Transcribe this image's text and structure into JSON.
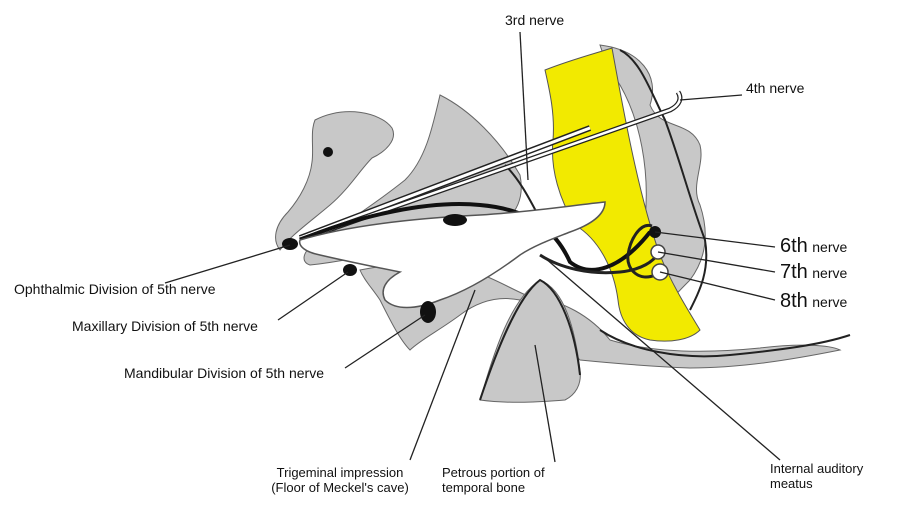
{
  "labels": {
    "third_nerve": "3rd nerve",
    "fourth_nerve": "4th nerve",
    "sixth_num": "6th",
    "sixth_word": "nerve",
    "seventh_num": "7th",
    "seventh_word": "nerve",
    "eighth_num": "8th",
    "eighth_word": "nerve",
    "ophthalmic": "Ophthalmic Division of 5th nerve",
    "maxillary": "Maxillary Division of 5th nerve",
    "mandibular": "Mandibular Division of 5th nerve",
    "trigeminal_line1": "Trigeminal impression",
    "trigeminal_line2": "(Floor of Meckel's cave)",
    "petrous_line1": "Petrous portion of",
    "petrous_line2": "temporal bone",
    "iam_line1": "Internal auditory",
    "iam_line2": "meatus"
  },
  "colors": {
    "bone_gray": "#c8c8c8",
    "brainstem_yellow": "#f2ea00",
    "nerve_black": "#111111",
    "background": "#ffffff"
  }
}
